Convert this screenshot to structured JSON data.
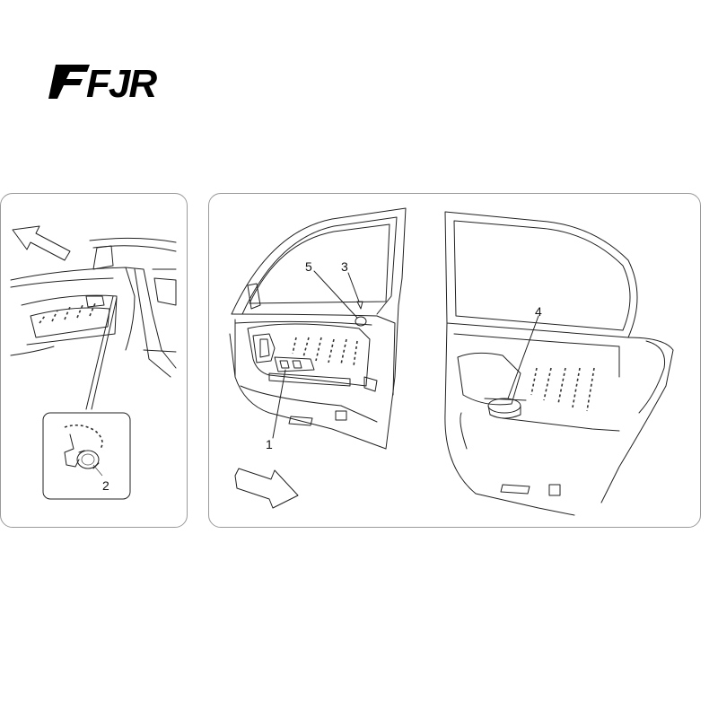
{
  "logo": {
    "text": "FJR"
  },
  "callouts": [
    {
      "id": "1",
      "label": "1"
    },
    {
      "id": "2",
      "label": "2"
    },
    {
      "id": "3",
      "label": "3"
    },
    {
      "id": "4",
      "label": "4"
    },
    {
      "id": "5",
      "label": "5"
    }
  ],
  "colors": {
    "ink": "#222222",
    "frame": "#9a9a9a",
    "background": "#ffffff"
  }
}
